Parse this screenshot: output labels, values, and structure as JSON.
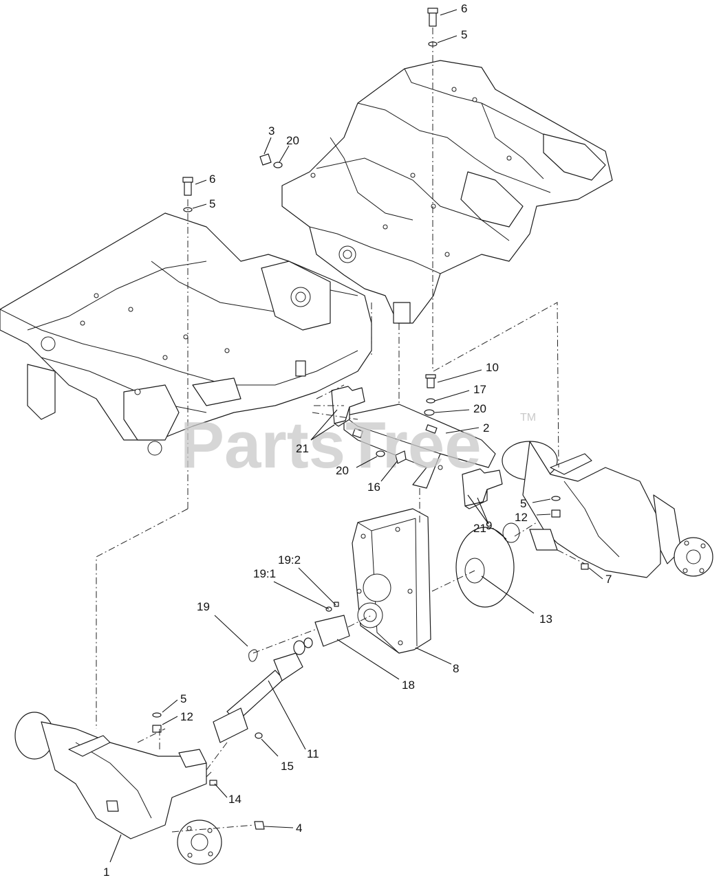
{
  "watermark": {
    "text": "PartsTree",
    "trademark": "TM",
    "color": "#c9c9c9"
  },
  "callouts": [
    {
      "id": "c6a",
      "label": "6"
    },
    {
      "id": "c5a",
      "label": "5"
    },
    {
      "id": "c3",
      "label": "3"
    },
    {
      "id": "c20a",
      "label": "20"
    },
    {
      "id": "c6b",
      "label": "6"
    },
    {
      "id": "c5b",
      "label": "5"
    },
    {
      "id": "c10",
      "label": "10"
    },
    {
      "id": "c17",
      "label": "17"
    },
    {
      "id": "c20b",
      "label": "20"
    },
    {
      "id": "c2",
      "label": "2"
    },
    {
      "id": "c21a",
      "label": "21"
    },
    {
      "id": "c20c",
      "label": "20"
    },
    {
      "id": "c16",
      "label": "16"
    },
    {
      "id": "c5c",
      "label": "5"
    },
    {
      "id": "c12a",
      "label": "12"
    },
    {
      "id": "c21b",
      "label": "21"
    },
    {
      "id": "c9",
      "label": "9"
    },
    {
      "id": "c7",
      "label": "7"
    },
    {
      "id": "c192",
      "label": "19:2"
    },
    {
      "id": "c191",
      "label": "19:1"
    },
    {
      "id": "c19",
      "label": "19"
    },
    {
      "id": "c13",
      "label": "13"
    },
    {
      "id": "c8",
      "label": "8"
    },
    {
      "id": "c18",
      "label": "18"
    },
    {
      "id": "c5d",
      "label": "5"
    },
    {
      "id": "c12b",
      "label": "12"
    },
    {
      "id": "c11",
      "label": "11"
    },
    {
      "id": "c15",
      "label": "15"
    },
    {
      "id": "c14",
      "label": "14"
    },
    {
      "id": "c4",
      "label": "4"
    },
    {
      "id": "c1",
      "label": "1"
    }
  ]
}
